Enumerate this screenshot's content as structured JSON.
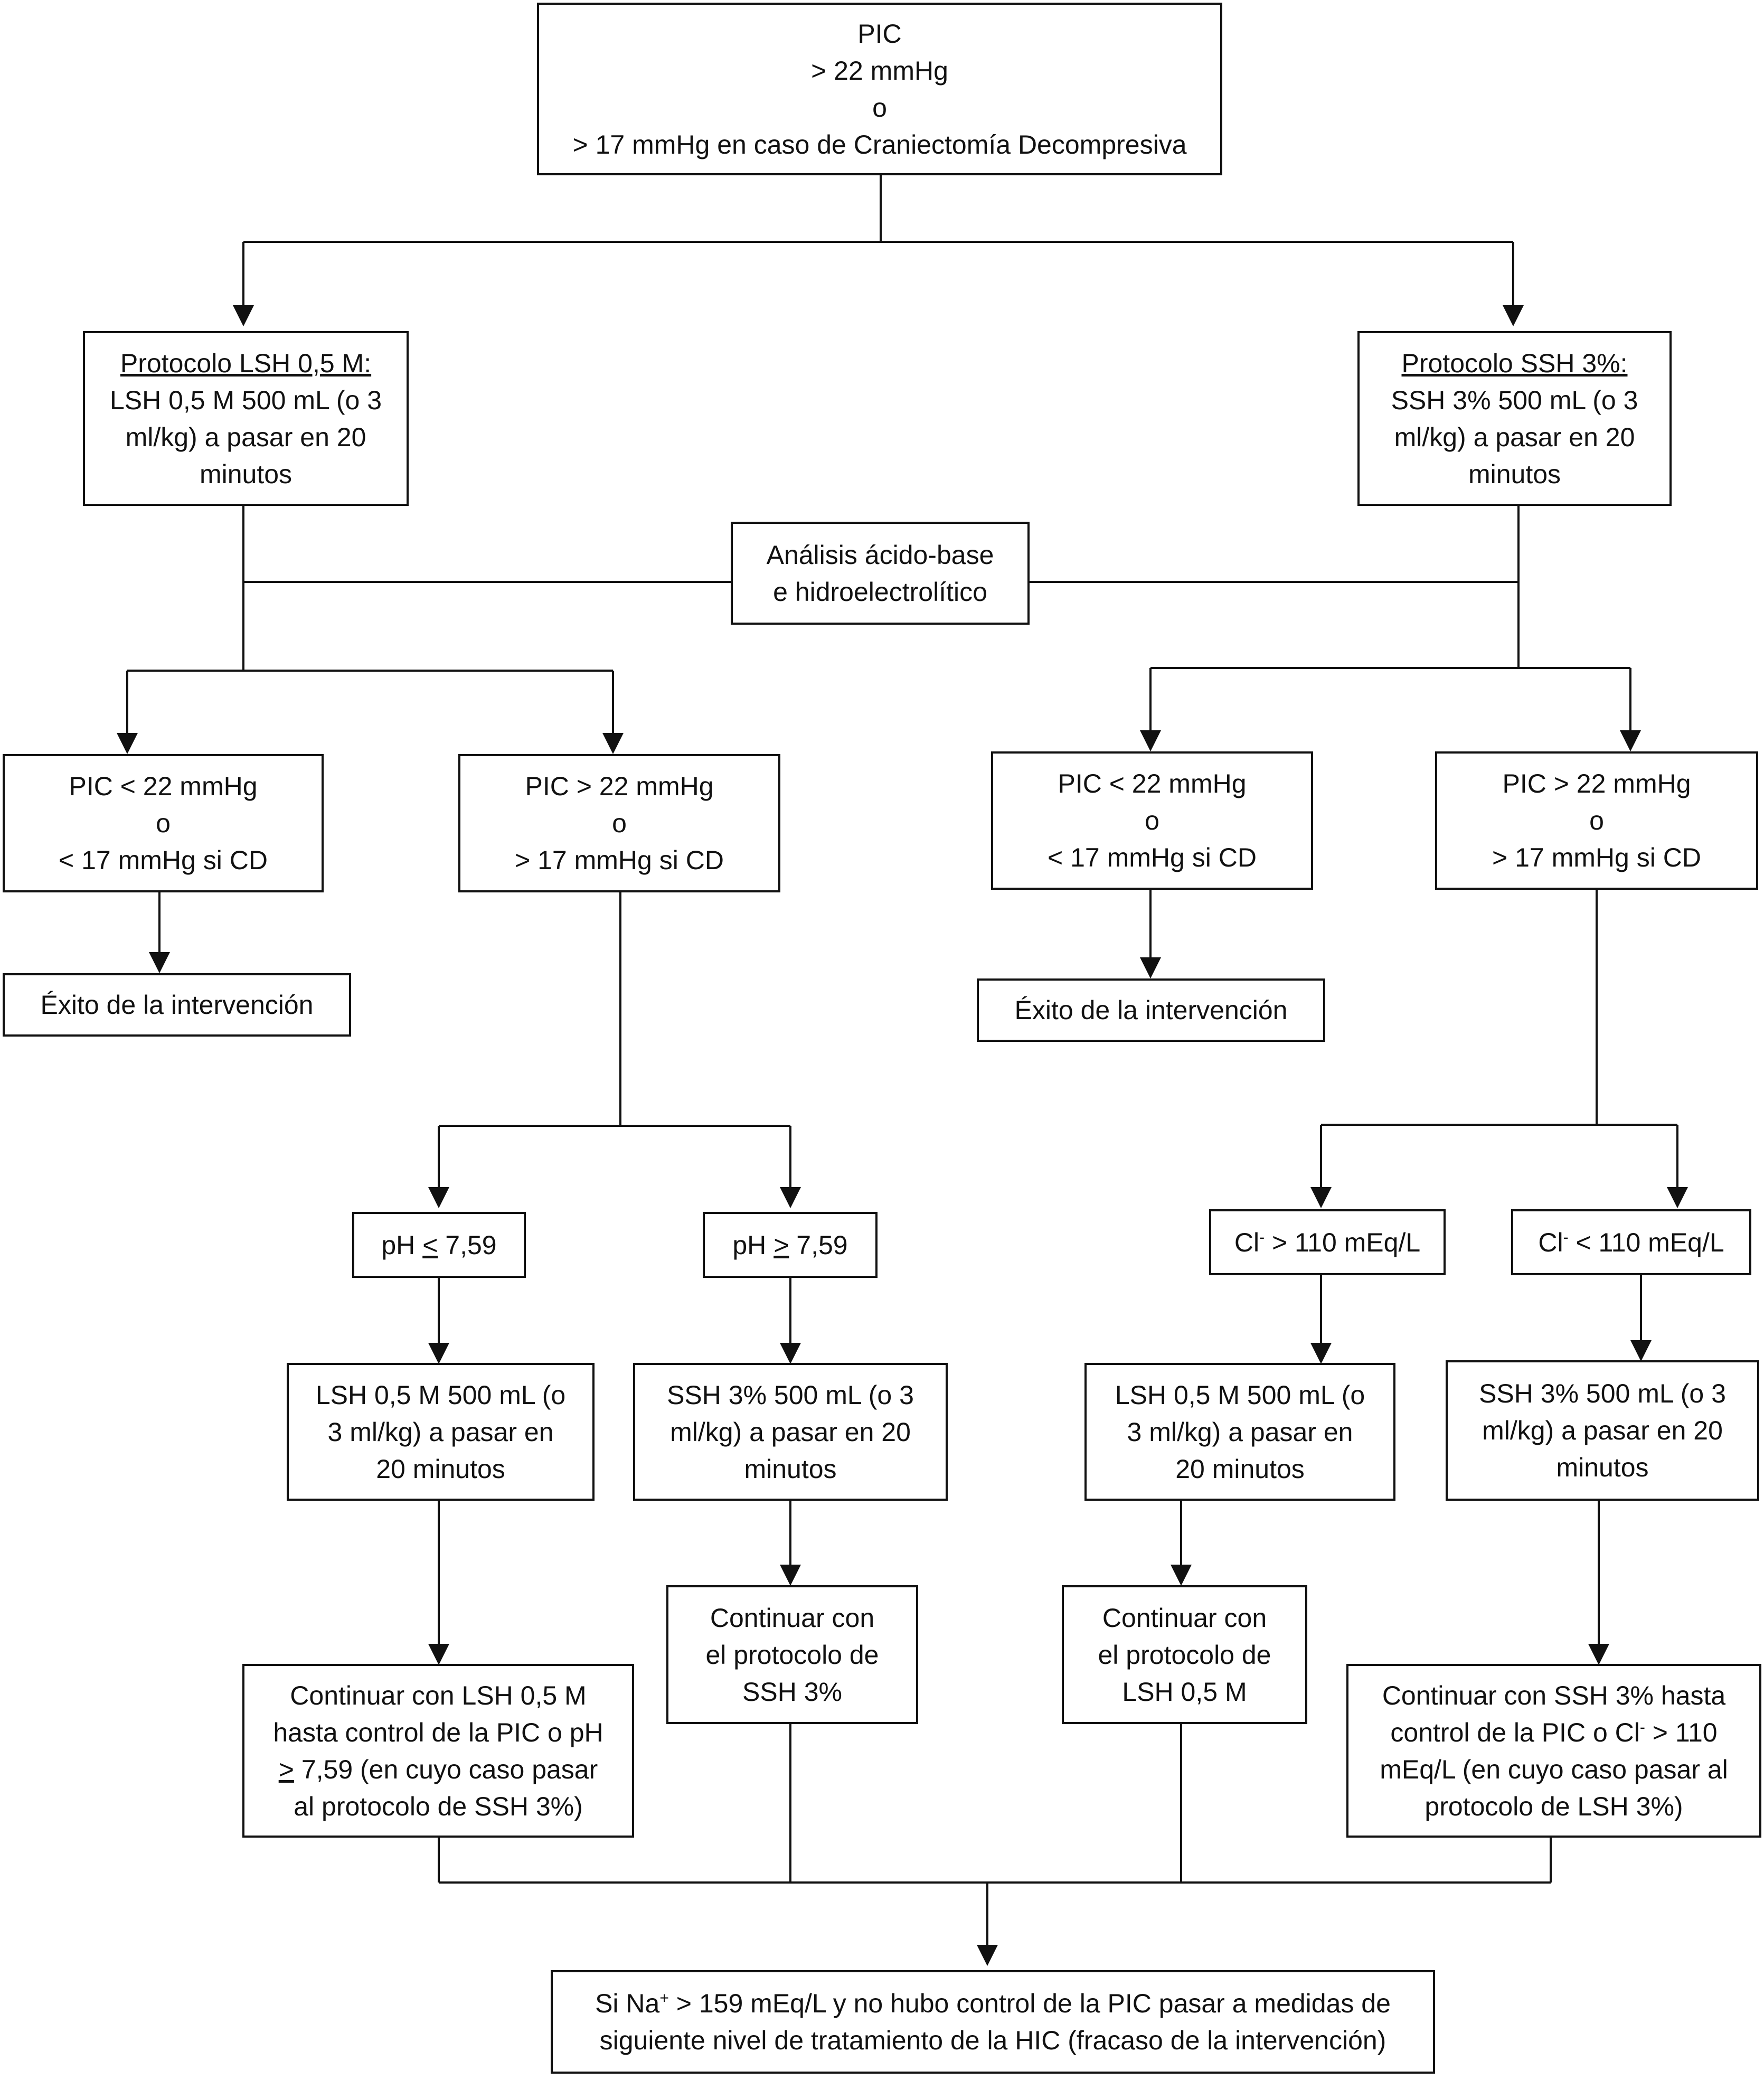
{
  "nodes": {
    "start": {
      "line1": "PIC",
      "line2": "> 22 mmHg",
      "line3": "o",
      "line4": "> 17 mmHg en caso de Craniectomía Decompresiva"
    },
    "proto_lsh": {
      "title": "Protocolo LSH 0,5 M:",
      "line1": "LSH 0,5 M 500 mL (o 3",
      "line2": "ml/kg) a pasar en 20",
      "line3": "minutos"
    },
    "proto_ssh": {
      "title": "Protocolo SSH 3%:",
      "line1": "SSH 3% 500 mL (o 3",
      "line2": "ml/kg) a pasar en 20",
      "line3": "minutos"
    },
    "analysis": {
      "line1": "Análisis ácido-base",
      "line2": "e hidroelectrolítico"
    },
    "l_pic_low": {
      "line1": "PIC < 22 mmHg",
      "line2": "o",
      "line3": "< 17 mmHg si CD"
    },
    "l_pic_high": {
      "line1": "PIC > 22 mmHg",
      "line2": "o",
      "line3": "> 17 mmHg si CD"
    },
    "r_pic_low": {
      "line1": "PIC < 22 mmHg",
      "line2": "o",
      "line3": "< 17 mmHg si CD"
    },
    "r_pic_high": {
      "line1": "PIC > 22 mmHg",
      "line2": "o",
      "line3": "> 17 mmHg si CD"
    },
    "l_success": {
      "line1": "Éxito de la intervención"
    },
    "r_success": {
      "line1": "Éxito de la intervención"
    },
    "ph_low": {
      "prefix": "pH ",
      "symbol": "<",
      "value": " 7,59"
    },
    "ph_high": {
      "prefix": "pH ",
      "symbol": ">",
      "value": " 7,59"
    },
    "cl_high": {
      "prefix": "Cl",
      "sup": "-",
      "rest": " > 110 mEq/L"
    },
    "cl_low": {
      "prefix": "Cl",
      "sup": "-",
      "rest": " < 110 mEq/L"
    },
    "lsh_a": {
      "line1": "LSH 0,5 M 500 mL (o",
      "line2": "3 ml/kg) a pasar en",
      "line3": "20 minutos"
    },
    "ssh_a": {
      "line1": "SSH 3% 500 mL (o 3",
      "line2": "ml/kg) a pasar en 20",
      "line3": "minutos"
    },
    "lsh_b": {
      "line1": "LSH 0,5 M 500 mL (o",
      "line2": "3 ml/kg) a pasar en",
      "line3": "20 minutos"
    },
    "ssh_b": {
      "line1": "SSH 3% 500 mL (o 3",
      "line2": "ml/kg) a pasar en 20",
      "line3": "minutos"
    },
    "cont_ssh": {
      "line1": "Continuar con",
      "line2": "el protocolo de",
      "line3": "SSH 3%"
    },
    "cont_lsh": {
      "line1": "Continuar con",
      "line2": "el protocolo de",
      "line3": "LSH 0,5 M"
    },
    "cont_lsh_long": {
      "line1": "Continuar con LSH 0,5 M",
      "line2": "hasta control de la PIC o pH",
      "line3_symbol": ">",
      "line3_rest": " 7,59 (en cuyo caso pasar",
      "line4": "al protocolo de SSH 3%)"
    },
    "cont_ssh_long": {
      "line1": "Continuar con SSH 3% hasta",
      "line2_a": "control de la PIC o Cl",
      "line2_sup": "-",
      "line2_b": " > 110",
      "line3": "mEq/L (en cuyo caso pasar al",
      "line4": "protocolo de LSH 3%)"
    },
    "final": {
      "line1_a": "Si Na",
      "line1_sup": "+",
      "line1_b": " > 159 mEq/L y no hubo control de la PIC pasar a medidas de",
      "line2": "siguiente nivel de tratamiento de la HIC (fracaso de la intervención)"
    }
  }
}
